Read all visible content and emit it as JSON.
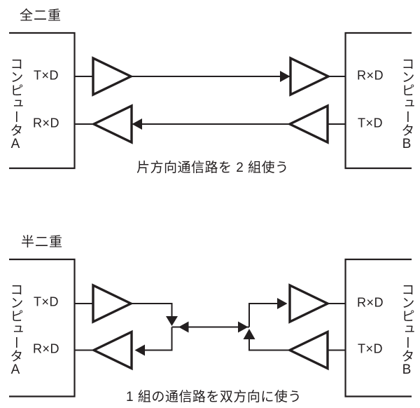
{
  "background": "#ffffff",
  "ink_color": "#231f20",
  "diagrams": {
    "full_duplex": {
      "title": "全二重",
      "caption": "片方向通信路を 2 組使う",
      "computer_a": {
        "name": "コンピュータA",
        "top_port": "T×D",
        "bottom_port": "R×D"
      },
      "computer_b": {
        "name": "コンピュータB",
        "top_port": "R×D",
        "bottom_port": "T×D"
      }
    },
    "half_duplex": {
      "title": "半二重",
      "caption": "1 組の通信路を双方向に使う",
      "computer_a": {
        "name": "コンピュータA",
        "top_port": "T×D",
        "bottom_port": "R×D"
      },
      "computer_b": {
        "name": "コンピュータB",
        "top_port": "R×D",
        "bottom_port": "T×D"
      }
    }
  }
}
